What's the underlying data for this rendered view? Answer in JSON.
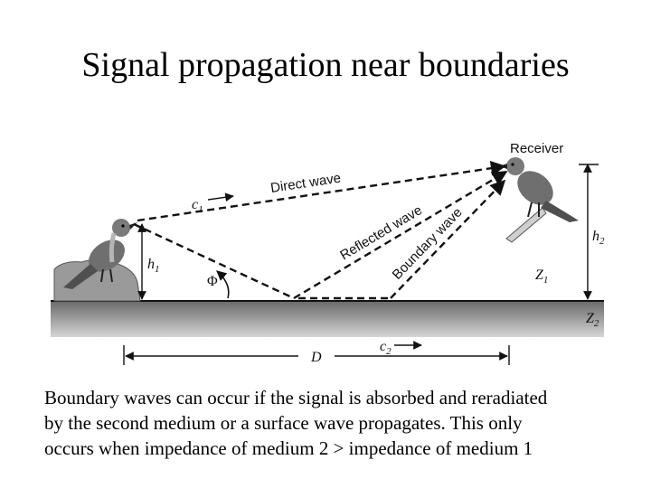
{
  "slide": {
    "title": "Signal propagation near boundaries"
  },
  "diagram": {
    "labels": {
      "receiver": "Receiver",
      "direct_wave": "Direct wave",
      "reflected_wave": "Reflected wave",
      "boundary_wave": "Boundary wave",
      "c1": "c",
      "c1_sub": "1",
      "c2": "c",
      "c2_sub": "2",
      "h1": "h",
      "h1_sub": "1",
      "h2": "h",
      "h2_sub": "2",
      "phi": "Φ",
      "z1": "Z",
      "z1_sub": "1",
      "z2": "Z",
      "z2_sub": "2",
      "distance": "D"
    },
    "colors": {
      "ground_dark": "#5a5a5a",
      "ground_light": "#bdbdbd",
      "bird_body": "#6f6f6f",
      "ink": "#111111"
    }
  },
  "caption": {
    "lines": [
      "Boundary waves can occur if the signal is absorbed and reradiated",
      "by the second medium or a surface wave propagates.  This only",
      "occurs when impedance of medium 2 > impedance of medium 1"
    ]
  }
}
